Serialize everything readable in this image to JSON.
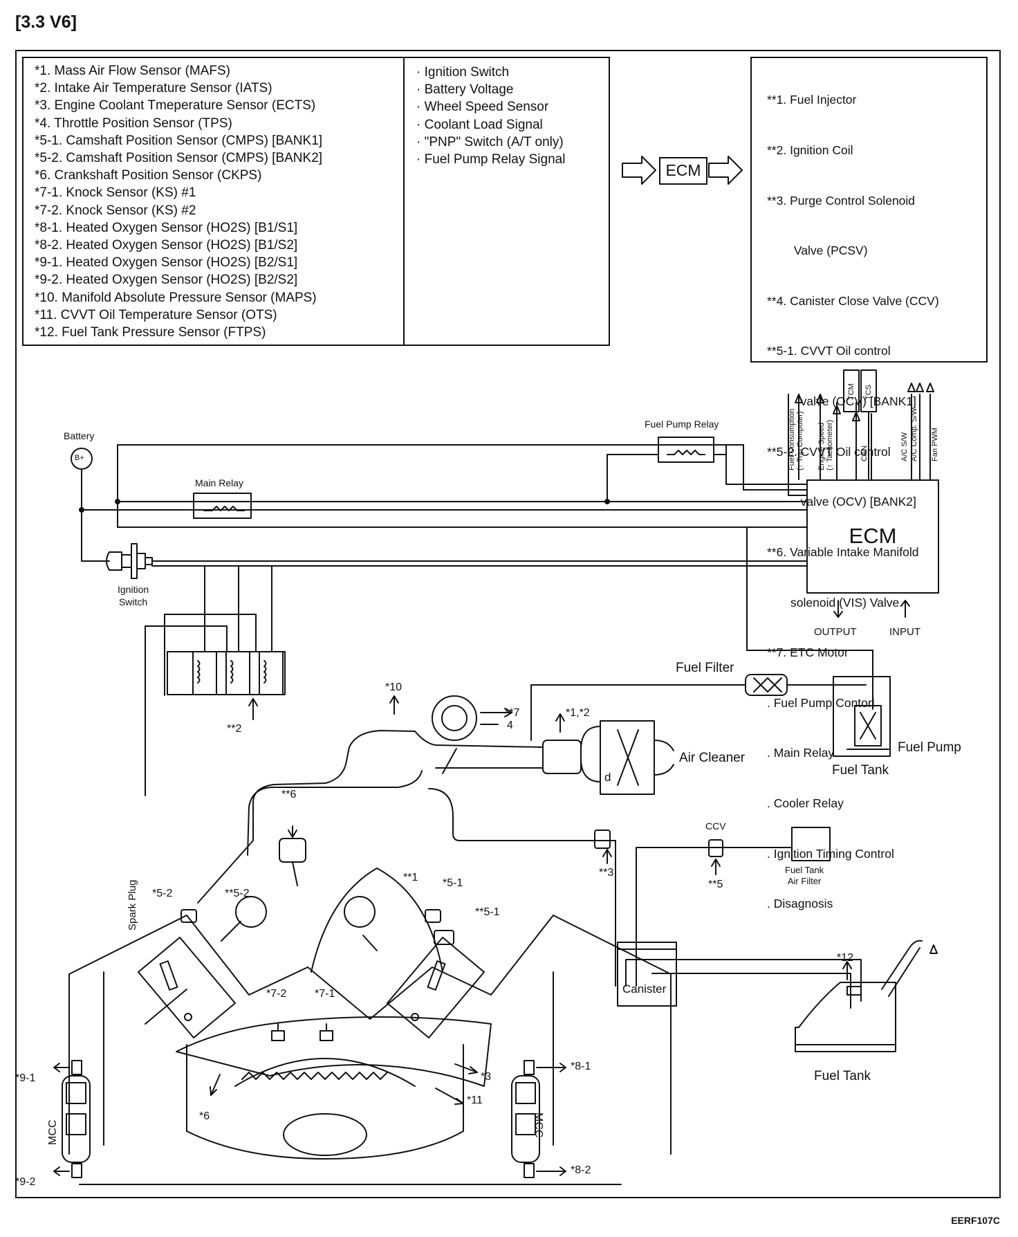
{
  "title": "[3.3 V6]",
  "sensors": [
    "*1. Mass Air Flow Sensor (MAFS)",
    "*2. Intake Air Temperature Sensor (IATS)",
    "*3. Engine Coolant Tmeperature Sensor (ECTS)",
    "*4. Throttle Position Sensor (TPS)",
    "*5-1. Camshaft Position Sensor (CMPS) [BANK1]",
    "*5-2. Camshaft Position Sensor (CMPS) [BANK2]",
    "*6. Crankshaft Position Sensor (CKPS)",
    "*7-1. Knock Sensor (KS) #1",
    "*7-2. Knock Sensor (KS) #2",
    "*8-1. Heated Oxygen Sensor (HO2S) [B1/S1]",
    "*8-2. Heated Oxygen Sensor (HO2S) [B1/S2]",
    "*9-1. Heated Oxygen Sensor (HO2S) [B2/S1]",
    "*9-2. Heated Oxygen Sensor (HO2S) [B2/S2]",
    "*10. Manifold Absolute Pressure Sensor (MAPS)",
    "*11. CVVT Oil Temperature Sensor (OTS)",
    "*12. Fuel Tank Pressure Sensor (FTPS)"
  ],
  "signals": [
    "· Ignition Switch",
    "· Battery Voltage",
    "· Wheel Speed Sensor",
    "· Coolant Load Signal",
    "· \"PNP\" Switch (A/T only)",
    "· Fuel Pump Relay Signal"
  ],
  "ecm_label": "ECM",
  "actuators": [
    "**1. Fuel Injector",
    "**2. Ignition Coil",
    "**3.  Purge Control Solenoid",
    "        Valve (PCSV)",
    "**4. Canister Close Valve (CCV)",
    "**5-1. CVVT Oil control",
    "          valve (OCV) [BANK1]",
    "**5-2. CVVT Oil control",
    "          valve (OCV) [BANK2]",
    "**6. Variable Intake Manifold",
    "       solenoid (VIS) Valve",
    "**7. ETC Motor",
    ". Fuel Pump Contorl",
    ". Main Relay",
    ". Cooler Relay",
    ". Ignition Timing Control",
    ". Disagnosis"
  ],
  "diagram": {
    "battery": "Battery",
    "battery_symbol": "B+",
    "main_relay": "Main Relay",
    "fuel_pump_relay": "Fuel Pump Relay",
    "ignition_switch": "Ignition\nSwitch",
    "ecm": "ECM",
    "output": "OUTPUT",
    "input": "INPUT",
    "fuel_consumption": "Fuel Consumption\n(↑ Trip Computer)",
    "engine_speed": "Engine Speed\n(↑ Tachometer)",
    "tcm": "TCM",
    "tcs": "TCS",
    "can": "CAN",
    "ac_sw": "A/C S/W",
    "ac_comp_sw": "A/C Comp. S/W",
    "fan_pwm": "Fan PWM",
    "fuel_filter": "Fuel Filter",
    "fuel_pump": "Fuel Pump",
    "fuel_tank_top": "Fuel Tank",
    "air_cleaner": "Air Cleaner",
    "d_label": "d",
    "ccv": "CCV",
    "fuel_tank_air_filter": "Fuel Tank\nAir Filter",
    "canister": "Canister",
    "fuel_tank_bottom": "Fuel Tank",
    "spark_plug": "Spark Plug",
    "mcc": "MCC",
    "code": "EERF107C",
    "callouts": {
      "c10": "*10",
      "c12": "*1,*2",
      "c7": "**7",
      "c4": "4",
      "c2": "**2",
      "c6a": "**6",
      "c3a": "**3",
      "c5a": "**5",
      "c52a": "*5-2",
      "c52b": "**5-2",
      "c11": "**1",
      "c51a": "*5-1",
      "c51b": "**5-1",
      "c72": "*7-2",
      "c71": "*7-1",
      "c121": "*12",
      "c91": "*9-1",
      "c92": "*9-2",
      "c81": "*8-1",
      "c82": "*8-2",
      "c3": "*3",
      "c11b": "*11",
      "c6": "*6"
    }
  }
}
